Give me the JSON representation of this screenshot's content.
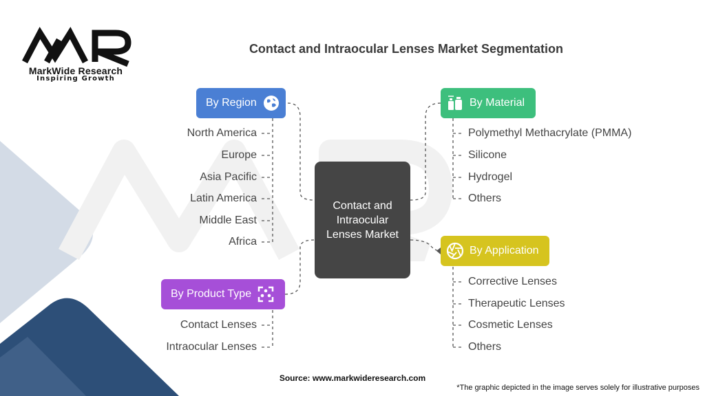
{
  "brand": {
    "logo_text": "MWR",
    "name": "MarkWide Research",
    "tagline": "Inspiring Growth"
  },
  "title": "Contact and Intraocular Lenses Market Segmentation",
  "center_label": "Contact and Intraocular Lenses Market",
  "segments": {
    "region": {
      "label": "By Region",
      "icon": "globe-icon",
      "color": "#4a7fd4",
      "items": [
        "North America",
        "Europe",
        "Asia Pacific",
        "Latin America",
        "Middle East",
        "Africa"
      ]
    },
    "product_type": {
      "label": "By Product Type",
      "icon": "focus-icon",
      "color": "#a64fd8",
      "items": [
        "Contact Lenses",
        "Intraocular Lenses"
      ]
    },
    "material": {
      "label": "By Material",
      "icon": "bottles-icon",
      "color": "#3dbf7d",
      "items": [
        "Polymethyl Methacrylate (PMMA)",
        "Silicone",
        "Hydrogel",
        "Others"
      ]
    },
    "application": {
      "label": "By Application",
      "icon": "aperture-icon",
      "color": "#d6c41f",
      "items": [
        "Corrective Lenses",
        "Therapeutic Lenses",
        "Cosmetic Lenses",
        "Others"
      ]
    }
  },
  "source": "Source: www.markwideresearch.com",
  "note": "*The graphic depicted in the image serves solely for illustrative purposes"
}
